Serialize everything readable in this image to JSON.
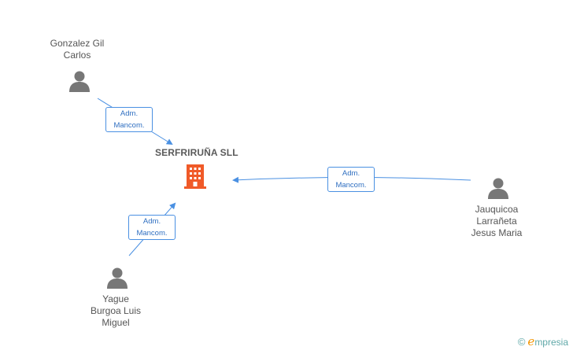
{
  "company": {
    "name": "SERFRIRUÑA SLL",
    "icon": "building-icon",
    "color": "#f05a28"
  },
  "people": [
    {
      "id": "gonzalez",
      "name_lines": [
        "Gonzalez Gil",
        "Carlos"
      ],
      "icon": "person-icon"
    },
    {
      "id": "jauquicoa",
      "name_lines": [
        "Jauquicoa",
        "Larrañeta",
        "Jesus Maria"
      ],
      "icon": "person-icon"
    },
    {
      "id": "yague",
      "name_lines": [
        "Yague",
        "Burgoa Luis",
        "Miguel"
      ],
      "icon": "person-icon"
    }
  ],
  "edges": [
    {
      "from": "gonzalez",
      "label_lines": [
        "Adm.",
        "Mancom."
      ]
    },
    {
      "from": "jauquicoa",
      "label_lines": [
        "Adm.",
        "Mancom."
      ]
    },
    {
      "from": "yague",
      "label_lines": [
        "Adm.",
        "Mancom."
      ]
    }
  ],
  "colors": {
    "edge": "#4a90e2",
    "person": "#777777"
  },
  "brand": {
    "copyright_symbol": "©",
    "logo_letter": "e",
    "logo_rest": "mpresia"
  }
}
